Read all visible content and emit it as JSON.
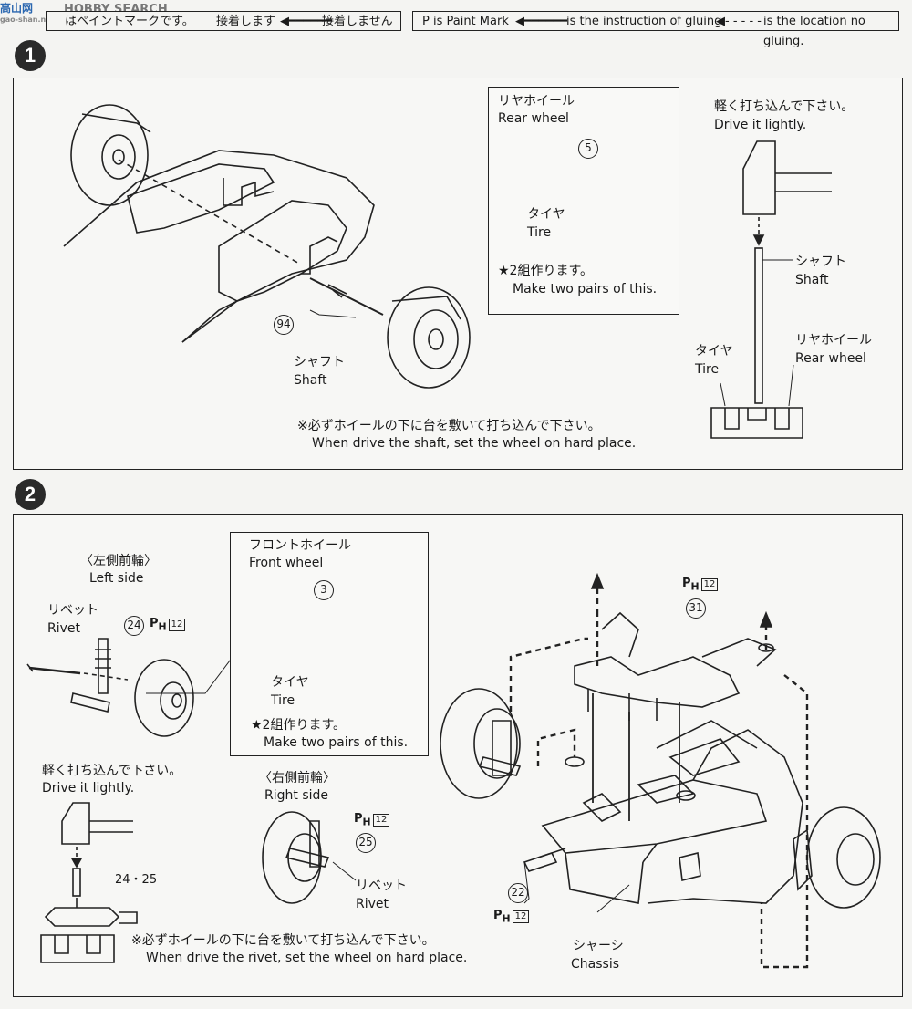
{
  "watermark": {
    "logo_text": "高山网",
    "search_text": "HOBBY SEARCH",
    "domain": "gao-shan.net"
  },
  "legend": {
    "jp": {
      "paint_text": "はペイントマークです。",
      "glue_label": "接着します",
      "noglue_label": "接着しません"
    },
    "en": {
      "paint_label": "P is Paint Mark",
      "glue_label": "is the instruction of gluing.",
      "noglue_label": "is the location no gluing."
    }
  },
  "step1": {
    "badge": "1",
    "inset": {
      "title_jp": "リヤホイール",
      "title_en": "Rear wheel",
      "part_number": "5",
      "tire_jp": "タイヤ",
      "tire_en": "Tire",
      "note_jp": "★2組作ります。",
      "note_en": "Make two pairs of this."
    },
    "main": {
      "part_number": "94",
      "shaft_jp": "シャフト",
      "shaft_en": "Shaft"
    },
    "side": {
      "drive_jp": "軽く打ち込んで下さい。",
      "drive_en": "Drive it lightly.",
      "shaft_jp": "シャフト",
      "shaft_en": "Shaft",
      "tire_jp": "タイヤ",
      "tire_en": "Tire",
      "wheel_jp": "リヤホイール",
      "wheel_en": "Rear wheel"
    },
    "footnote_jp": "※必ずホイールの下に台を敷いて打ち込んで下さい。",
    "footnote_en": "When drive the shaft, set the wheel on hard place."
  },
  "step2": {
    "badge": "2",
    "left_side": {
      "title_jp": "〈左側前輪〉",
      "title_en": "Left side",
      "rivet_jp": "リベット",
      "rivet_en": "Rivet",
      "part_number": "24",
      "paint": "P",
      "paint_sub": "H",
      "paint_code": "12"
    },
    "inset": {
      "title_jp": "フロントホイール",
      "title_en": "Front wheel",
      "part_number": "3",
      "tire_jp": "タイヤ",
      "tire_en": "Tire",
      "note_jp": "★2組作ります。",
      "note_en": "Make two pairs of this."
    },
    "drive": {
      "jp": "軽く打ち込んで下さい。",
      "en": "Drive it lightly.",
      "parts": "24・25"
    },
    "right_side": {
      "title_jp": "〈右側前輪〉",
      "title_en": "Right side",
      "part_number": "25",
      "paint": "P",
      "paint_sub": "H",
      "paint_code": "12",
      "rivet_jp": "リベット",
      "rivet_en": "Rivet"
    },
    "main": {
      "part_31": "31",
      "paint_31": "P",
      "paint_31_sub": "H",
      "paint_31_code": "12",
      "part_22": "22",
      "paint_22": "P",
      "paint_22_sub": "H",
      "paint_22_code": "12",
      "chassis_jp": "シャーシ",
      "chassis_en": "Chassis"
    },
    "footnote_jp": "※必ずホイールの下に台を敷いて打ち込んで下さい。",
    "footnote_en": "When drive the rivet, set the wheel on hard place."
  }
}
